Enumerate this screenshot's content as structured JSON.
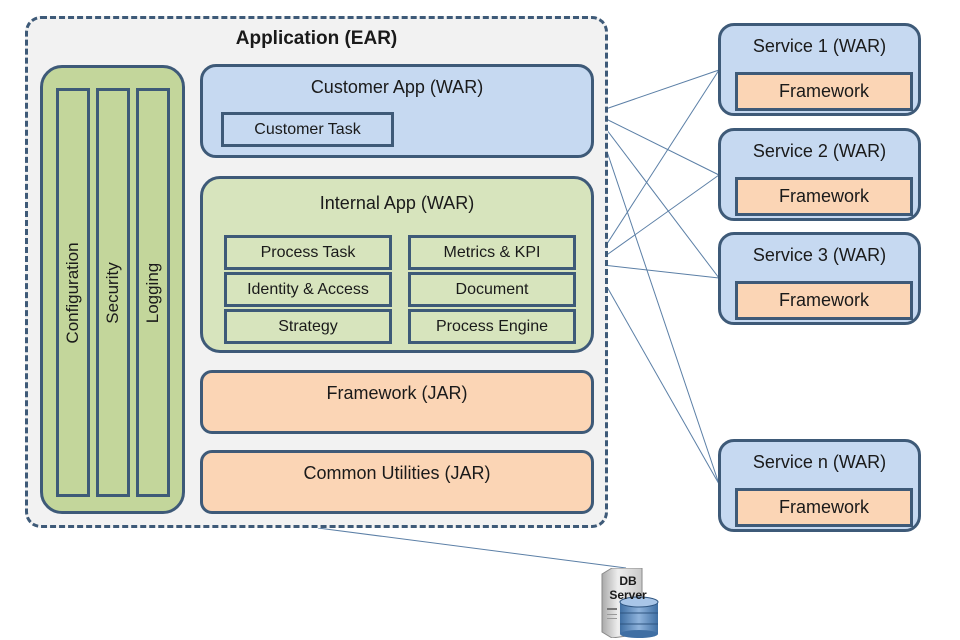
{
  "application": {
    "title": "Application (EAR)",
    "cross_cutting": [
      "Configuration",
      "Security",
      "Logging"
    ],
    "customer_app": {
      "title": "Customer App (WAR)",
      "modules": [
        "Customer Task"
      ]
    },
    "internal_app": {
      "title": "Internal App (WAR)",
      "modules_left": [
        "Process Task",
        "Identity & Access",
        "Strategy"
      ],
      "modules_right": [
        "Metrics & KPI",
        "Document",
        "Process Engine"
      ]
    },
    "framework": "Framework (JAR)",
    "common_utilities": "Common Utilities (JAR)"
  },
  "services": [
    {
      "title": "Service 1 (WAR)",
      "module": "Framework"
    },
    {
      "title": "Service 2 (WAR)",
      "module": "Framework"
    },
    {
      "title": "Service 3 (WAR)",
      "module": "Framework"
    },
    {
      "title": "Service n (WAR)",
      "module": "Framework"
    }
  ],
  "db_server": {
    "label_line1": "DB",
    "label_line2": "Server"
  },
  "connections": [
    {
      "from": "customer-app",
      "to": "service-1"
    },
    {
      "from": "customer-app",
      "to": "service-2"
    },
    {
      "from": "customer-app",
      "to": "service-3"
    },
    {
      "from": "customer-app",
      "to": "service-n"
    },
    {
      "from": "internal-app",
      "to": "service-1"
    },
    {
      "from": "internal-app",
      "to": "service-2"
    },
    {
      "from": "internal-app",
      "to": "service-3"
    },
    {
      "from": "internal-app",
      "to": "service-n"
    },
    {
      "from": "application-ear",
      "to": "db-server"
    }
  ],
  "colors": {
    "border": "#3e5a78",
    "blue_fill": "#c6d9f1",
    "green_fill": "#d7e4bd",
    "cross_cutting_fill": "#c3d69b",
    "orange_fill": "#fbd5b5",
    "ear_fill": "#f2f2f2",
    "connector": "#5b7fa6"
  }
}
